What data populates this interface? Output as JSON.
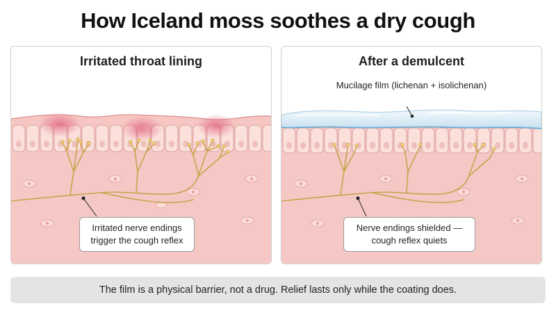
{
  "title": "How Iceland moss soothes a dry cough",
  "panels": {
    "left": {
      "heading": "Irritated throat lining",
      "callout_line1": "Irritated nerve endings",
      "callout_line2": "trigger the cough reflex"
    },
    "right": {
      "heading": "After a demulcent",
      "film_label": "Mucilage film (lichenan + isolichenan)",
      "callout_line1": "Nerve endings shielded —",
      "callout_line2": "cough reflex quiets"
    }
  },
  "footer": "The film is a physical barrier, not a drug. Relief lasts only while the coating does.",
  "colors": {
    "tissue": "#f5c6c4",
    "cells": "#f9dcd8",
    "nerve": "#c9a24a",
    "inflammation": "#e0607a",
    "film": "#cfe6f3"
  }
}
